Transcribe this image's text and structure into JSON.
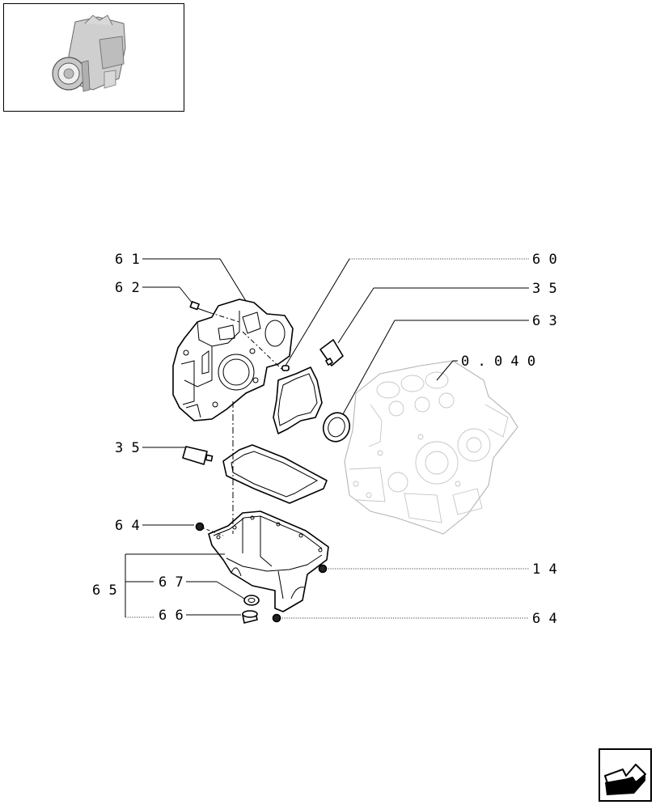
{
  "thumbnail": {
    "icon": "engine-thumbnail-icon"
  },
  "callouts": {
    "c61": "6 1",
    "c62": "6 2",
    "c60": "6 0",
    "c35a": "3 5",
    "c63": "6 3",
    "c0040": "0 . 0 4 0",
    "c35b": "3 5",
    "c64a": "6 4",
    "c14": "1 4",
    "c67": "6 7",
    "c65": "6 5",
    "c66": "6 6",
    "c64b": "6 4"
  },
  "nav": {
    "icon": "next-page-arrow-icon"
  }
}
